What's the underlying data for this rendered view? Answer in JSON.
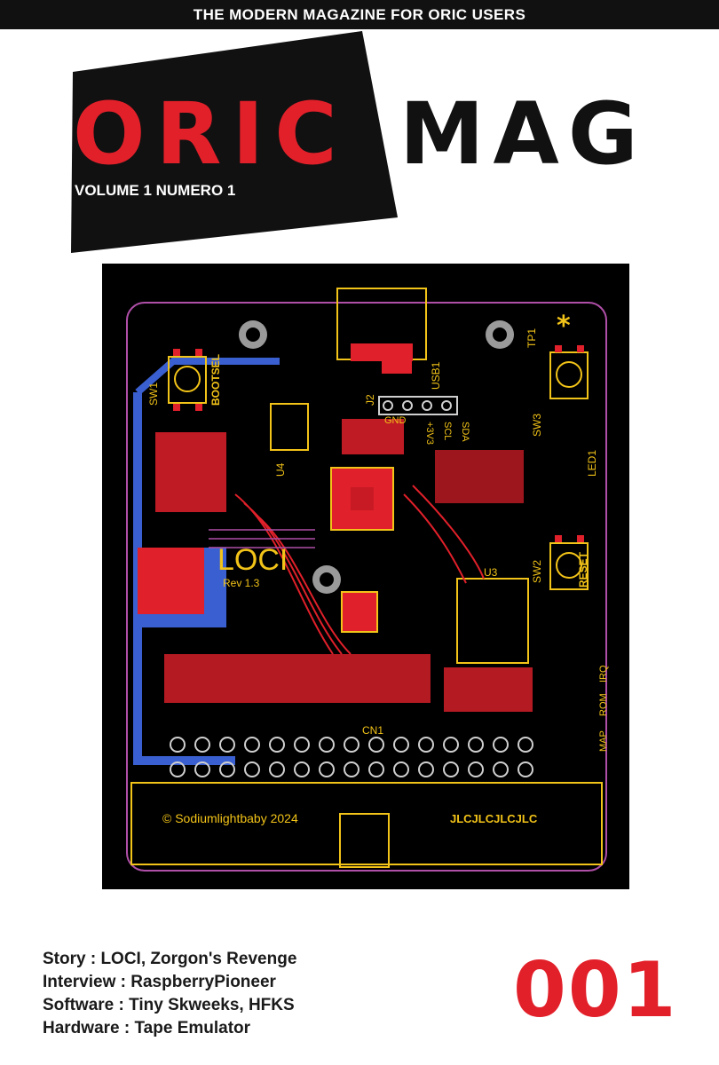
{
  "header": {
    "tagline": "THE MODERN MAGAZINE FOR ORIC USERS"
  },
  "masthead": {
    "title_red": "ORIC",
    "title_black": "MAG",
    "volume": "VOLUME 1 NUMERO 1"
  },
  "cover_image": {
    "board_name": "LOCI",
    "board_rev": "Rev 1.3",
    "copyright": "© Sodiumlightbaby 2024",
    "fab_mark": "JLCJLCJLCJLC",
    "labels": {
      "bootsel": "BOOTSEL",
      "reset": "RESET",
      "usb": "USB1",
      "sw1": "SW1",
      "sw2": "SW2",
      "sw3": "SW3",
      "u3": "U3",
      "u4": "U4",
      "cn1": "CN1",
      "j2": "J2",
      "tp1": "TP1",
      "led1": "LED1",
      "gnd": "GND",
      "v33": "+3V3",
      "scl": "SCL",
      "sda": "SDA",
      "irq": "IRQ",
      "rom": "ROM",
      "map": "MAP"
    },
    "colors": {
      "background": "#000000",
      "copper_red": "#e0202a",
      "silkscreen": "#f2c318",
      "outline": "#b04fa8",
      "copper_blue": "#3a5fd0"
    }
  },
  "contents": [
    "Story : LOCI, Zorgon's Revenge",
    "Interview : RaspberryPioneer",
    "Software : Tiny Skweeks, HFKS",
    "Hardware : Tape Emulator"
  ],
  "issue_number": "001",
  "brand_colors": {
    "red": "#e2202a",
    "black": "#111111"
  }
}
